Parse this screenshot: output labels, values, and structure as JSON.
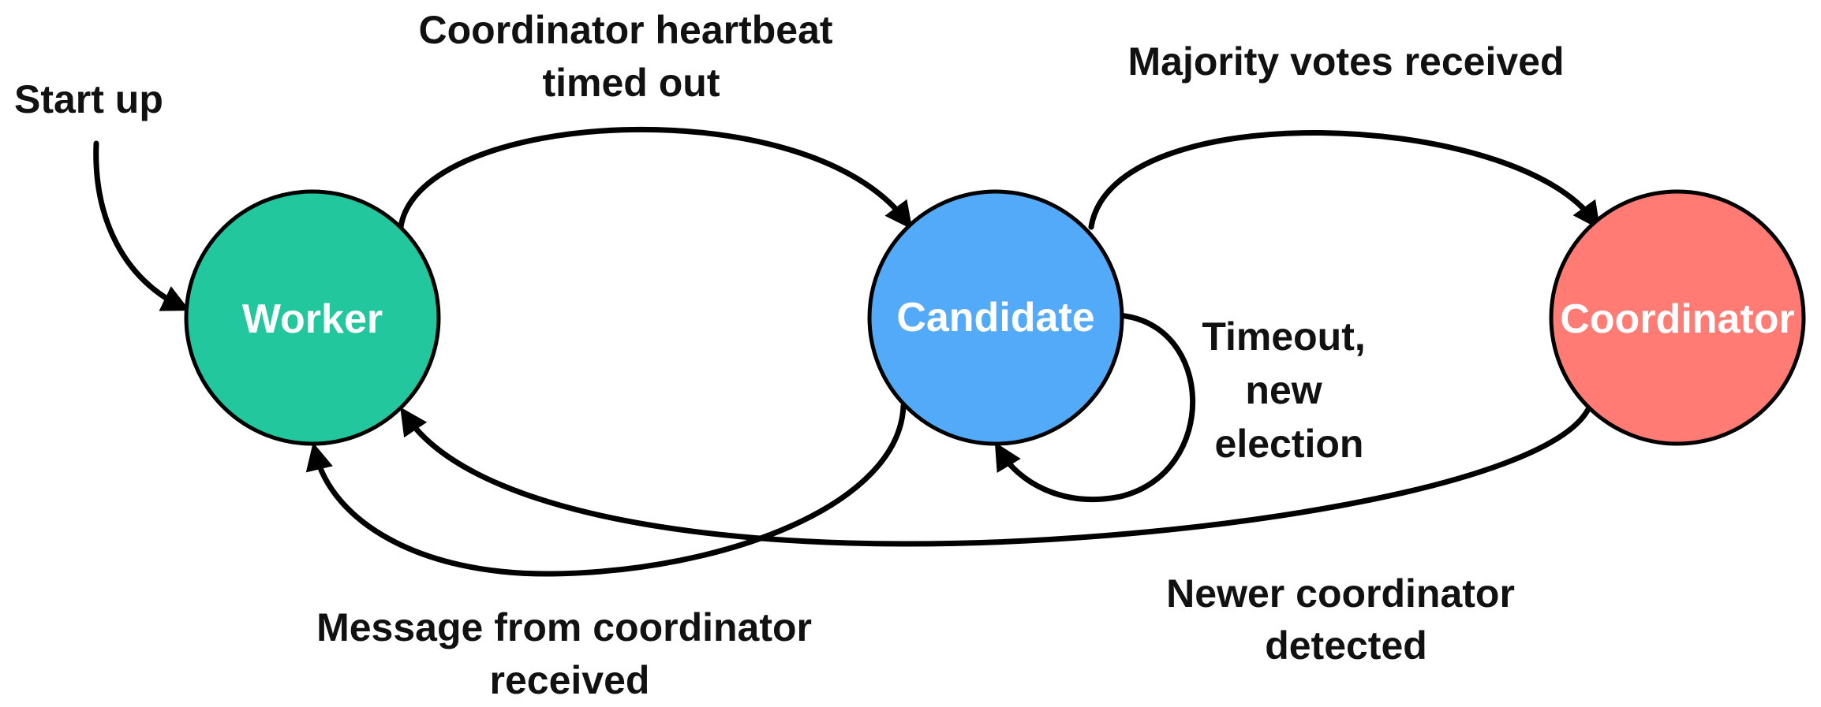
{
  "diagram": {
    "states": {
      "worker": {
        "label": "Worker",
        "color": "#22C79E"
      },
      "candidate": {
        "label": "Candidate",
        "color": "#52AAF8"
      },
      "coordinator": {
        "label": "Coordinator",
        "color": "#FF7B74"
      }
    },
    "transitions": {
      "start": {
        "label": "Start up"
      },
      "worker_to_candidate": {
        "lines": [
          "Coordinator heartbeat",
          "timed out"
        ]
      },
      "candidate_to_coordinator": {
        "lines": [
          "Majority votes received"
        ]
      },
      "candidate_self": {
        "lines": [
          "Timeout,",
          "new",
          "election"
        ]
      },
      "candidate_to_worker": {
        "lines": [
          "Message from coordinator",
          "received"
        ]
      },
      "coordinator_to_worker": {
        "lines": [
          "Newer coordinator",
          "detected"
        ]
      }
    }
  }
}
